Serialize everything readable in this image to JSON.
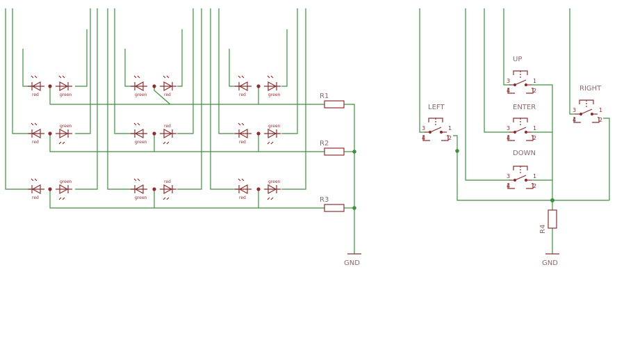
{
  "labels": {
    "r1": "R1",
    "r2": "R2",
    "r3": "R3",
    "r4": "R4",
    "gnd": "GND",
    "up": "UP",
    "enter": "ENTER",
    "down": "DOWN",
    "left": "LEFT",
    "right": "RIGHT",
    "red": "red",
    "green": "green"
  },
  "pins": [
    "1",
    "2",
    "3",
    "4"
  ],
  "colors": {
    "wire": "#3e8f3e",
    "part": "#8b2e2e",
    "label": "#8b6a6a"
  }
}
